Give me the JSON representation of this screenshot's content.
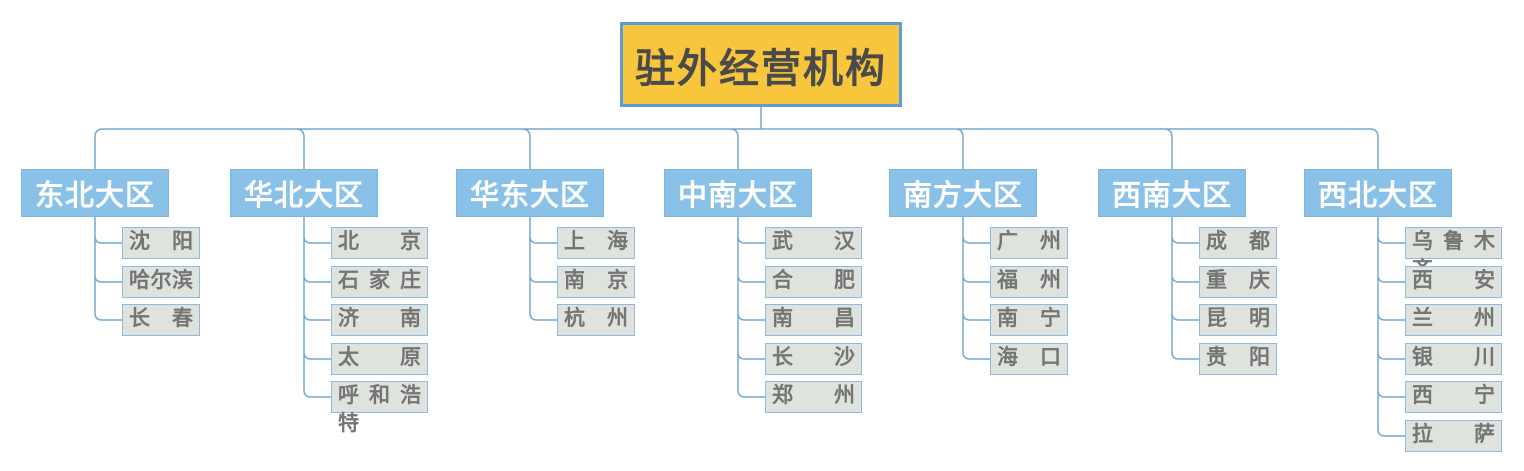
{
  "tree": {
    "root": "驻外经营机构",
    "regions": [
      {
        "label": "东北大区",
        "cities": [
          "沈阳",
          "哈尔滨",
          "长春"
        ]
      },
      {
        "label": "华北大区",
        "cities": [
          "北京",
          "石家庄",
          "济南",
          "太原",
          "呼和浩特"
        ]
      },
      {
        "label": "华东大区",
        "cities": [
          "上海",
          "南京",
          "杭州"
        ]
      },
      {
        "label": "中南大区",
        "cities": [
          "武汉",
          "合肥",
          "南昌",
          "长沙",
          "郑州"
        ]
      },
      {
        "label": "南方大区",
        "cities": [
          "广州",
          "福州",
          "南宁",
          "海口"
        ]
      },
      {
        "label": "西南大区",
        "cities": [
          "成都",
          "重庆",
          "昆明",
          "贵阳"
        ]
      },
      {
        "label": "西北大区",
        "cities": [
          "乌鲁木齐",
          "西安",
          "兰州",
          "银川",
          "西宁",
          "拉萨"
        ]
      }
    ]
  },
  "colors": {
    "root_fill": "#F8C63C",
    "root_border": "#5B9CD6",
    "root_text": "#4A4A4A",
    "region_fill": "#8AC1E8",
    "region_text": "#FFFFFF",
    "city_fill": "#DEE3DE",
    "city_border": "#93BADC",
    "city_text": "#757575",
    "connector": "#74A8D2"
  }
}
